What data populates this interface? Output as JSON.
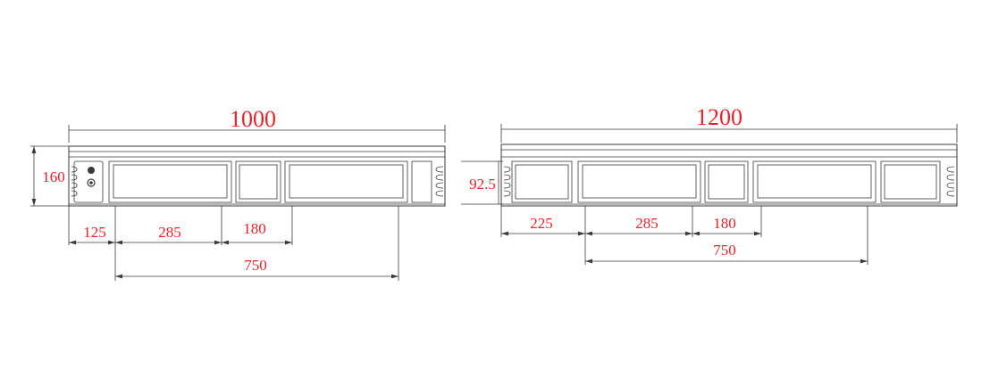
{
  "left_view": {
    "overall_width": "1000",
    "height": "160",
    "dim_a": "125",
    "dim_b": "285",
    "dim_c": "180",
    "dim_total": "750"
  },
  "right_view": {
    "overall_width": "1200",
    "height": "92.5",
    "dim_a": "225",
    "dim_b": "285",
    "dim_c": "180",
    "dim_total": "750"
  },
  "colors": {
    "line": "#3a3a3a",
    "dimension_text": "#e8232a"
  }
}
